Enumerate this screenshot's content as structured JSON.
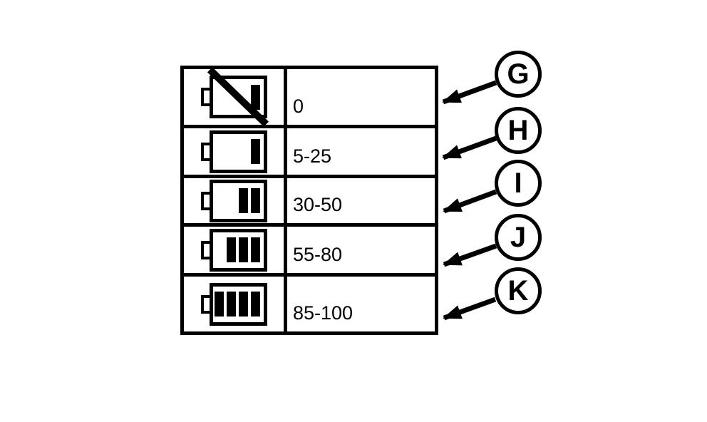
{
  "colors": {
    "ink": "#000000",
    "paper": "#ffffff"
  },
  "legend_table": {
    "rows": [
      {
        "battery_icon": "battery-crossed-out-icon",
        "bars": 1,
        "crossed": true,
        "charge_label": "0",
        "callout_letter": "G"
      },
      {
        "battery_icon": "battery-one-bar-icon",
        "bars": 1,
        "crossed": false,
        "charge_label": "5-25",
        "callout_letter": "H"
      },
      {
        "battery_icon": "battery-two-bars-icon",
        "bars": 2,
        "crossed": false,
        "charge_label": "30-50",
        "callout_letter": "I"
      },
      {
        "battery_icon": "battery-three-bars-icon",
        "bars": 3,
        "crossed": false,
        "charge_label": "55-80",
        "callout_letter": "J"
      },
      {
        "battery_icon": "battery-four-bars-icon",
        "bars": 4,
        "crossed": false,
        "charge_label": "85-100",
        "callout_letter": "K"
      }
    ]
  }
}
